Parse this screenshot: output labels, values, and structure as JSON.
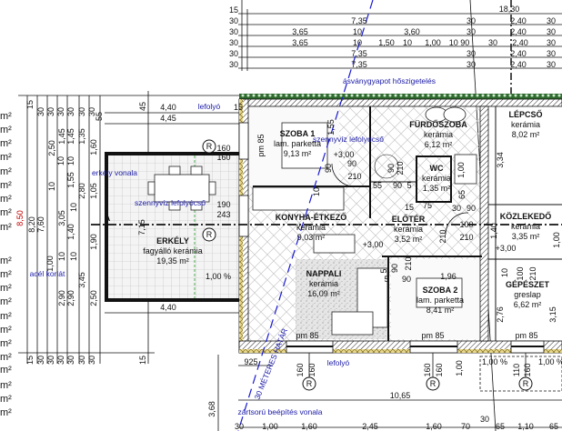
{
  "colors": {
    "wall": "#111111",
    "insulation": "#3a8a3a",
    "annotation": "#1a1aa8",
    "total_dim": "#c00000",
    "grid": "#bbbbbb"
  },
  "rooms": [
    {
      "name": "SZOBA 1",
      "floor": "lam. parketta",
      "area": "9,13 m²"
    },
    {
      "name": "FÜRDŐSZOBA",
      "floor": "kerámia",
      "area": "6,12 m²"
    },
    {
      "name": "LÉPCSŐ",
      "floor": "kerámia",
      "area": "8,02 m²"
    },
    {
      "name": "WC",
      "floor": "kerámia",
      "area": "1,35 m²"
    },
    {
      "name": "KONYHA-ÉTKEZŐ",
      "floor": "kerámia",
      "area": "9,03 m²"
    },
    {
      "name": "ELŐTÉR",
      "floor": "kerámia",
      "area": "3,52 m²"
    },
    {
      "name": "KÖZLEKEDŐ",
      "floor": "kerámia",
      "area": "3,35 m²"
    },
    {
      "name": "ERKÉLY",
      "floor": "fagyálló kerámia",
      "area": "19,35 m²"
    },
    {
      "name": "NAPPALI",
      "floor": "kerámia",
      "area": "16,09 m²"
    },
    {
      "name": "SZOBA 2",
      "floor": "lam. parketta",
      "area": "8,41 m²"
    },
    {
      "name": "GÉPÉSZET",
      "floor": "greslap",
      "area": "6,62 m²"
    }
  ],
  "annotations": [
    "lefolyó",
    "ásványgyapot hőszigetelés",
    "erkély vonala",
    "szennyvíz lefolyócső",
    "szennyvíz lefolyócső",
    "acél korlát",
    "lefolyó",
    "zártsorú beépítés vonala",
    "30 MÉTERES HATÁR"
  ],
  "section_marker": "A",
  "radiator_symbol": "R",
  "dims": {
    "top": [
      "15",
      "18,30",
      "30",
      "7,35",
      "30",
      "2,40",
      "30",
      "30",
      "3,65",
      "10",
      "3,60",
      "30",
      "2,40",
      "30",
      "30",
      "3,65",
      "10",
      "1,50",
      "10",
      "1,00",
      "10 90",
      "30",
      "2,40",
      "30",
      "30",
      "7,35",
      "30",
      "2,40",
      "30",
      "30",
      "7,35",
      "30",
      "2,40",
      "30"
    ],
    "left": [
      "45",
      "4,40",
      "15",
      "4,45",
      "4,40",
      "15",
      "30",
      "30",
      "30",
      "30",
      "30",
      "30",
      "55",
      "2,50",
      "1,45",
      "1,45",
      "1,35",
      "1,60",
      "10",
      "10",
      "10",
      "1,55",
      "2,80",
      "1,05",
      "3,05",
      "10",
      "1,40",
      "1,90",
      "7,15",
      "10",
      "10",
      "1,00",
      "2,90",
      "2,90",
      "3,45",
      "2,50",
      "15",
      "30",
      "30",
      "30",
      "30",
      "30",
      "30",
      "15",
      "8,20",
      "7,60",
      "8,50"
    ],
    "interior": [
      "+3,00",
      "+3,00",
      "+3,00",
      "1,55",
      "pm 85",
      "90",
      "210",
      "90",
      "55",
      "90",
      "5",
      "90",
      "210",
      "1,00",
      "15",
      "75",
      "30",
      "90",
      "210",
      "100",
      "210",
      "65",
      "1,40",
      "1,00",
      "3,34",
      "10",
      "5",
      "160",
      "160",
      "190",
      "243",
      "1,00 %",
      "1,96",
      "90",
      "5",
      "90",
      "210",
      "100",
      "210",
      "10",
      "2,76",
      "3,15",
      "pm 85",
      "pm 85",
      "pm 85",
      "925",
      "160",
      "160",
      "160",
      "160",
      "110",
      "160",
      "1,00",
      "1,00 %",
      "1,00 %",
      "10,65",
      "30",
      "3,68"
    ],
    "bottom": [
      "30",
      "1,00",
      "1,60",
      "2,45",
      "1,60",
      "70",
      "65",
      "1,10",
      "65"
    ]
  },
  "area_list_units": [
    "m²",
    "m²",
    "m²",
    "m²",
    "m²",
    "m²",
    "m²",
    "m²",
    "m²",
    "m²",
    "m²",
    "m²",
    "m²",
    "m²",
    "m²",
    "m²",
    "m²",
    "m²",
    "m²",
    "m²",
    "m²"
  ]
}
